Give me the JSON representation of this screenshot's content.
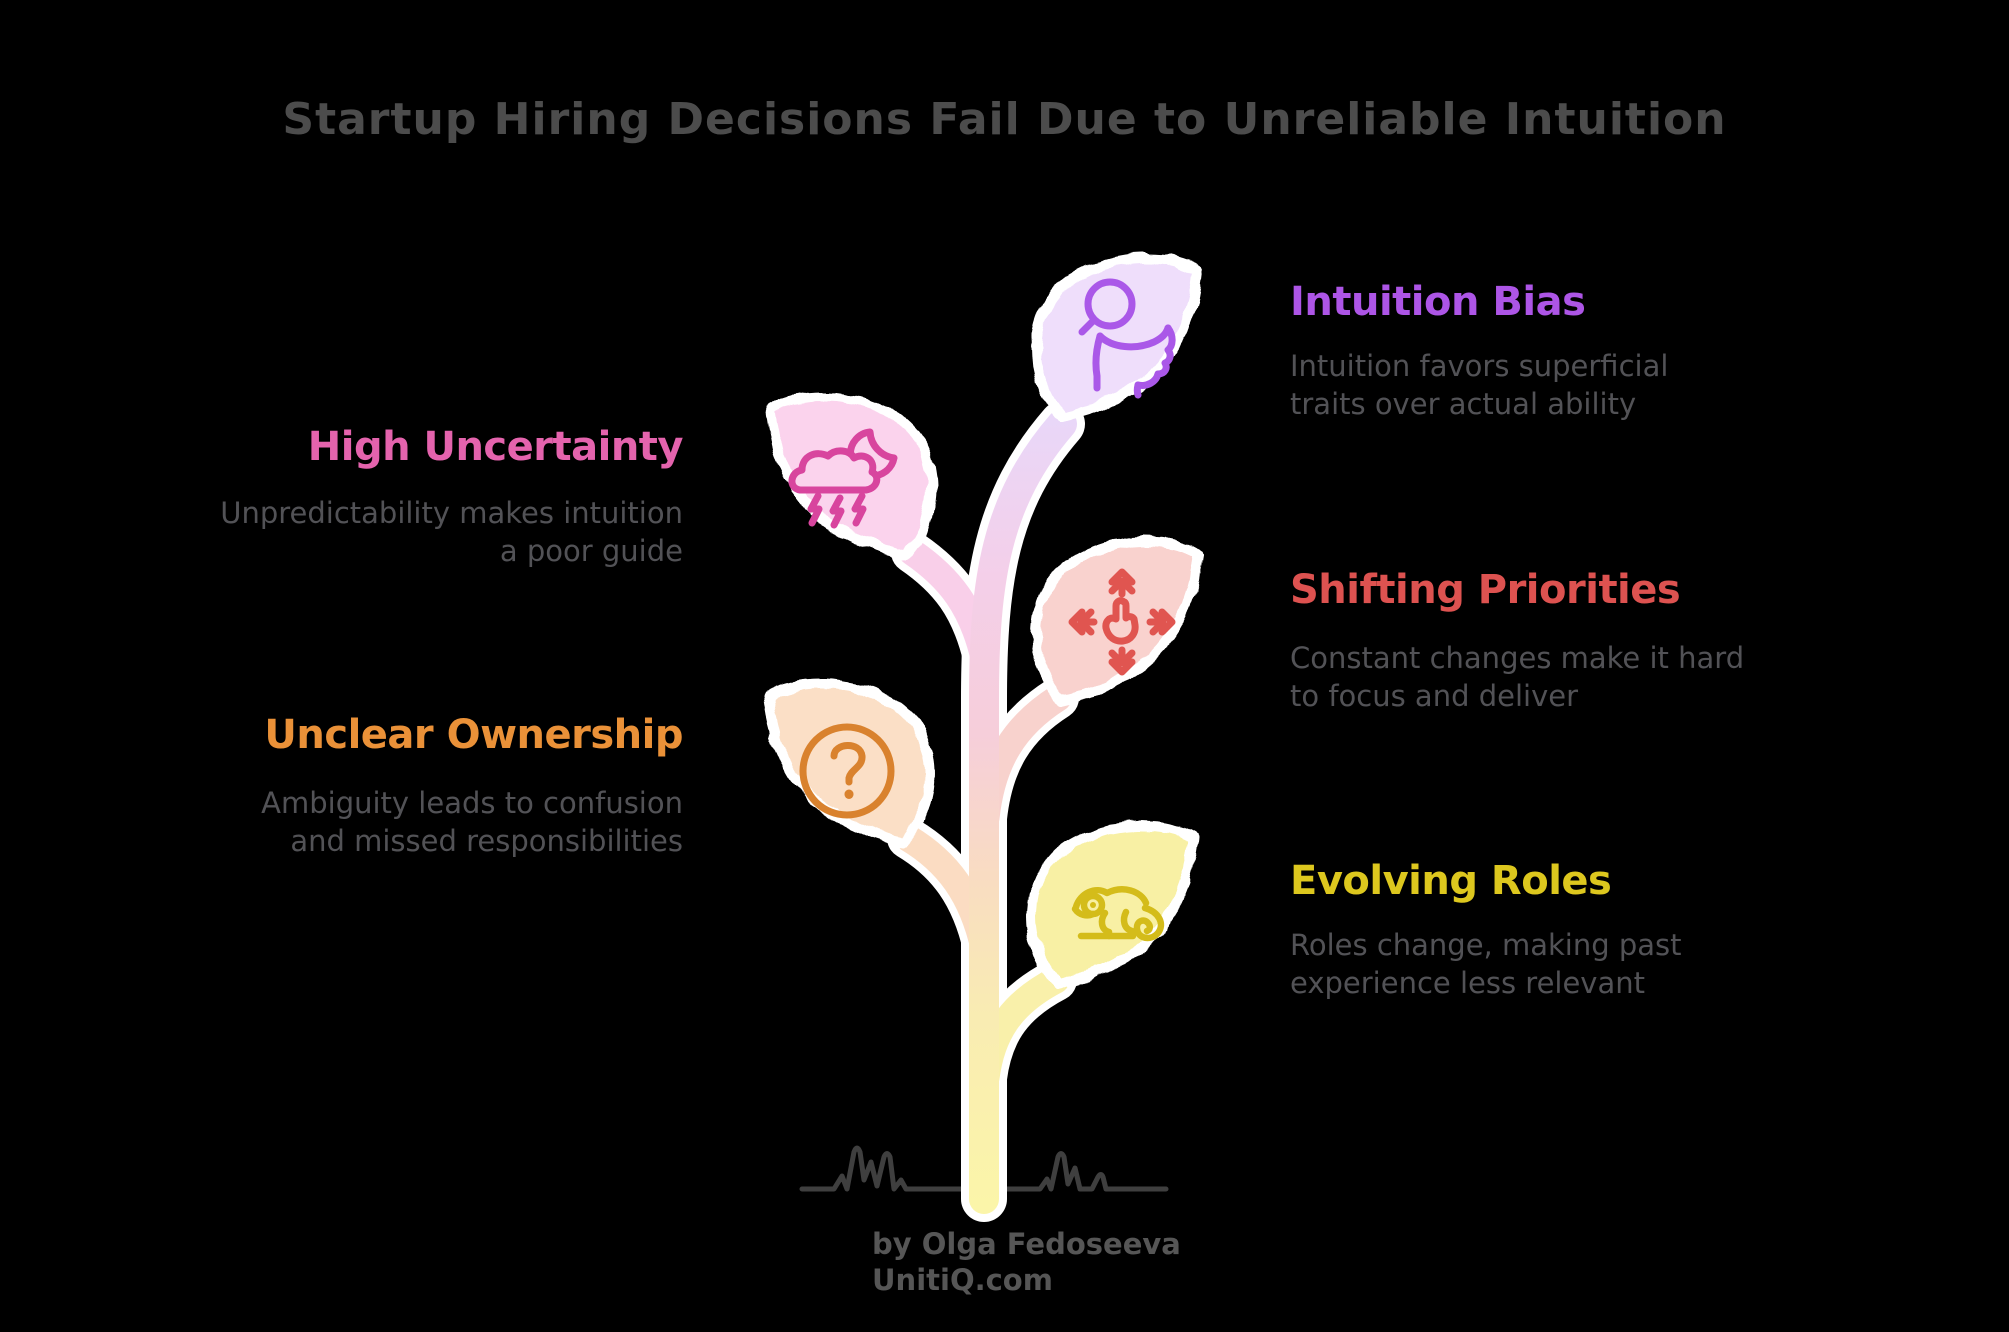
{
  "title": {
    "text": "Startup Hiring Decisions Fail Due to Unreliable Intuition",
    "color": "#4c4c4c"
  },
  "items": [
    {
      "key": "high-uncertainty",
      "side": "left",
      "title": "High Uncertainty",
      "title_color": "#e463ad",
      "desc_line1": "Unpredictability makes intuition",
      "desc_line2": "a poor guide",
      "leaf_color": "#fbd3ed",
      "icon": "storm-cloud-moon-icon",
      "icon_color": "#d8459e"
    },
    {
      "key": "unclear-ownership",
      "side": "left",
      "title": "Unclear Ownership",
      "title_color": "#ea9138",
      "desc_line1": "Ambiguity leads to confusion",
      "desc_line2": "and missed responsibilities",
      "leaf_color": "#fbdfc6",
      "icon": "question-mark-icon",
      "icon_color": "#d9822e"
    },
    {
      "key": "intuition-bias",
      "side": "right",
      "title": "Intuition Bias",
      "title_color": "#ad55e6",
      "desc_line1": "Intuition favors superficial",
      "desc_line2": "traits over actual ability",
      "leaf_color": "#efdefb",
      "icon": "magnifier-head-icon",
      "icon_color": "#aa58e8"
    },
    {
      "key": "shifting-priorities",
      "side": "right",
      "title": "Shifting Priorities",
      "title_color": "#dd5250",
      "desc_line1": "Constant changes make it hard",
      "desc_line2": "to focus and deliver",
      "leaf_color": "#f9d2ce",
      "icon": "swipe-directions-icon",
      "icon_color": "#e05550"
    },
    {
      "key": "evolving-roles",
      "side": "right",
      "title": "Evolving Roles",
      "title_color": "#ddc71e",
      "desc_line1": "Roles change, making past",
      "desc_line2": "experience less relevant",
      "leaf_color": "#f8f0a4",
      "icon": "chameleon-icon",
      "icon_color": "#d4bc1a"
    }
  ],
  "credit": {
    "line1": "by Olga Fedoseeva",
    "line2": "UnitiQ.com",
    "color": "#565656"
  },
  "colors": {
    "background": "#000000",
    "body_text": "#525256",
    "ground_line": "#3f3f3f",
    "stem_gradient_top": "#e9d7f8",
    "stem_gradient_bottom": "#fbf5a9",
    "branch_pink": "#f9cfe9",
    "branch_salmon": "#f8d2cd",
    "branch_peach": "#fbdcc2",
    "branch_yellow": "#f9f0aa"
  }
}
